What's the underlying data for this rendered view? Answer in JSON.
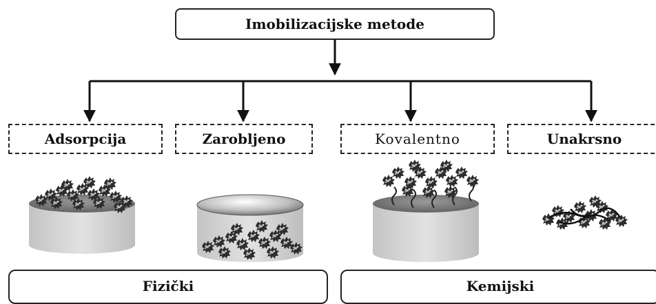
{
  "root": {
    "label": "Imobilizacijske metode"
  },
  "methods": [
    {
      "label": "Adsorpcija"
    },
    {
      "label": "Zarobljeno"
    },
    {
      "label": "Kovalentno"
    },
    {
      "label": "Unakrsno"
    }
  ],
  "groups": [
    {
      "label": "Fizički"
    },
    {
      "label": "Kemijski"
    }
  ],
  "colors": {
    "line": "#111111",
    "carrier_side": "#d4d4d4",
    "carrier_top": "#777777",
    "enzyme": "#333333"
  },
  "icons": [
    "adsorption-illustration",
    "entrapment-illustration",
    "covalent-illustration",
    "crosslinking-illustration"
  ]
}
